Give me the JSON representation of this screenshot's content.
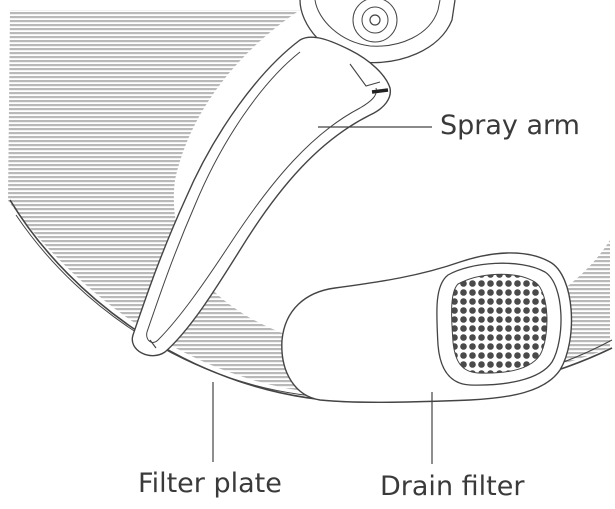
{
  "diagram": {
    "labels": {
      "spray_arm": "Spray arm",
      "filter_plate": "Filter plate",
      "drain_filter": "Drain filter"
    },
    "colors": {
      "line": "#444444",
      "hatch": "#b9b9b9",
      "fill": "#ffffff",
      "text": "#3a3a3a"
    }
  }
}
